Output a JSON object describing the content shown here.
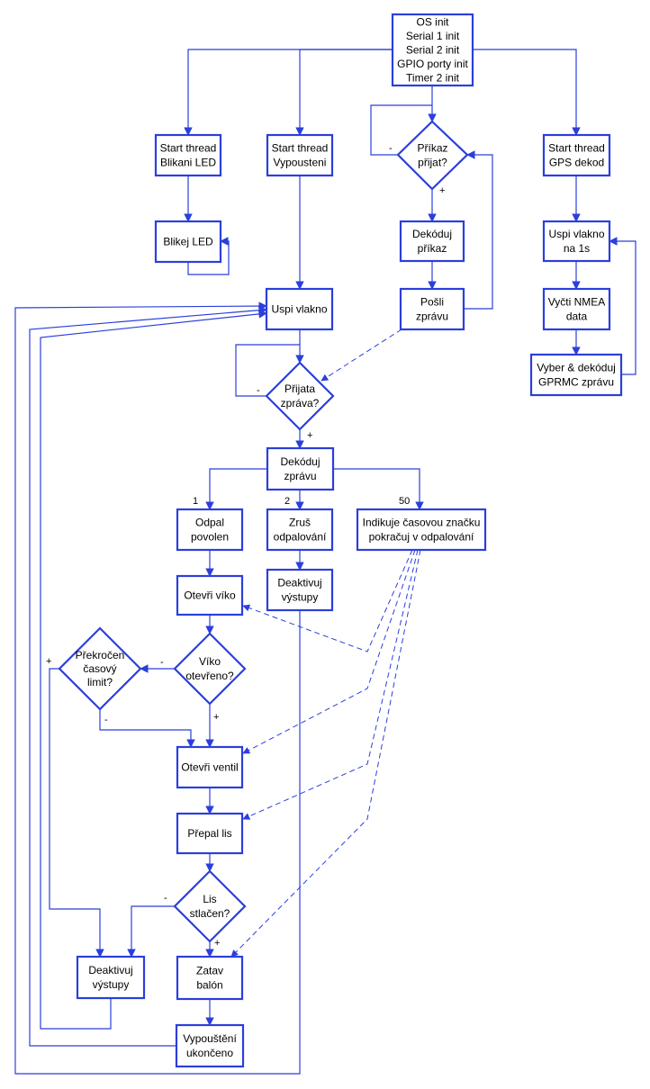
{
  "diagram": {
    "stroke_color": "#2b3fdb",
    "fill_color": "#ffffff",
    "text_color": "#000000",
    "nodes": {
      "init": {
        "shape": "rect",
        "lines": [
          "OS init",
          "Serial 1 init",
          "Serial 2 init",
          "GPIO porty init",
          "Timer 2 init"
        ]
      },
      "led_start": {
        "shape": "rect",
        "lines": [
          "Start thread",
          "Blikani LED"
        ]
      },
      "led_blink": {
        "shape": "rect",
        "lines": [
          "Blikej LED"
        ]
      },
      "vyp_start": {
        "shape": "rect",
        "lines": [
          "Start thread",
          "Vypousteni"
        ]
      },
      "uspi": {
        "shape": "rect",
        "lines": [
          "Uspi vlakno"
        ]
      },
      "prijata": {
        "shape": "diamond",
        "lines": [
          "Přijata",
          "zpráva?"
        ]
      },
      "dekoduj_zpr": {
        "shape": "rect",
        "lines": [
          "Dekóduj",
          "zprávu"
        ]
      },
      "odpal": {
        "shape": "rect",
        "lines": [
          "Odpal",
          "povolen"
        ]
      },
      "zrus": {
        "shape": "rect",
        "lines": [
          "Zruš",
          "odpalování"
        ]
      },
      "indikuje": {
        "shape": "rect",
        "lines": [
          "Indikuje časovou značku",
          "pokračuj v odpalování"
        ]
      },
      "deakt2": {
        "shape": "rect",
        "lines": [
          "Deaktivuj",
          "výstupy"
        ]
      },
      "otevri_viko": {
        "shape": "rect",
        "lines": [
          "Otevři víko"
        ]
      },
      "viko_q": {
        "shape": "diamond",
        "lines": [
          "Víko",
          "otevřeno?"
        ]
      },
      "prekrocen": {
        "shape": "diamond",
        "lines": [
          "Překročen",
          "časový",
          "limit?"
        ]
      },
      "otevri_ventil": {
        "shape": "rect",
        "lines": [
          "Otevři ventil"
        ]
      },
      "prepal": {
        "shape": "rect",
        "lines": [
          "Přepal lis"
        ]
      },
      "lis_q": {
        "shape": "diamond",
        "lines": [
          "Lis",
          "stlačen?"
        ]
      },
      "deakt1": {
        "shape": "rect",
        "lines": [
          "Deaktivuj",
          "výstupy"
        ]
      },
      "zatav": {
        "shape": "rect",
        "lines": [
          "Zatav",
          "balón"
        ]
      },
      "ukonceno": {
        "shape": "rect",
        "lines": [
          "Vypouštění",
          "ukončeno"
        ]
      },
      "prikaz_q": {
        "shape": "diamond",
        "lines": [
          "Příkaz",
          "přijat?"
        ]
      },
      "dekoduj_pri": {
        "shape": "rect",
        "lines": [
          "Dekóduj",
          "příkaz"
        ]
      },
      "posli": {
        "shape": "rect",
        "lines": [
          "Pošli",
          "zprávu"
        ]
      },
      "gps_start": {
        "shape": "rect",
        "lines": [
          "Start thread",
          "GPS dekod"
        ]
      },
      "gps_uspi": {
        "shape": "rect",
        "lines": [
          "Uspi vlakno",
          "na 1s"
        ]
      },
      "nmea": {
        "shape": "rect",
        "lines": [
          "Vyčti NMEA",
          "data"
        ]
      },
      "gprmc": {
        "shape": "rect",
        "lines": [
          "Vyber & dekóduj",
          "GPRMC zprávu"
        ]
      }
    },
    "edge_labels": {
      "prikaz_no": "-",
      "prikaz_yes": "+",
      "prijata_no": "-",
      "prijata_yes": "+",
      "branch_1": "1",
      "branch_2": "2",
      "branch_50": "50",
      "viko_no": "-",
      "viko_yes": "+",
      "limit_yes": "+",
      "limit_no": "-",
      "lis_no": "-",
      "lis_yes": "+"
    }
  }
}
